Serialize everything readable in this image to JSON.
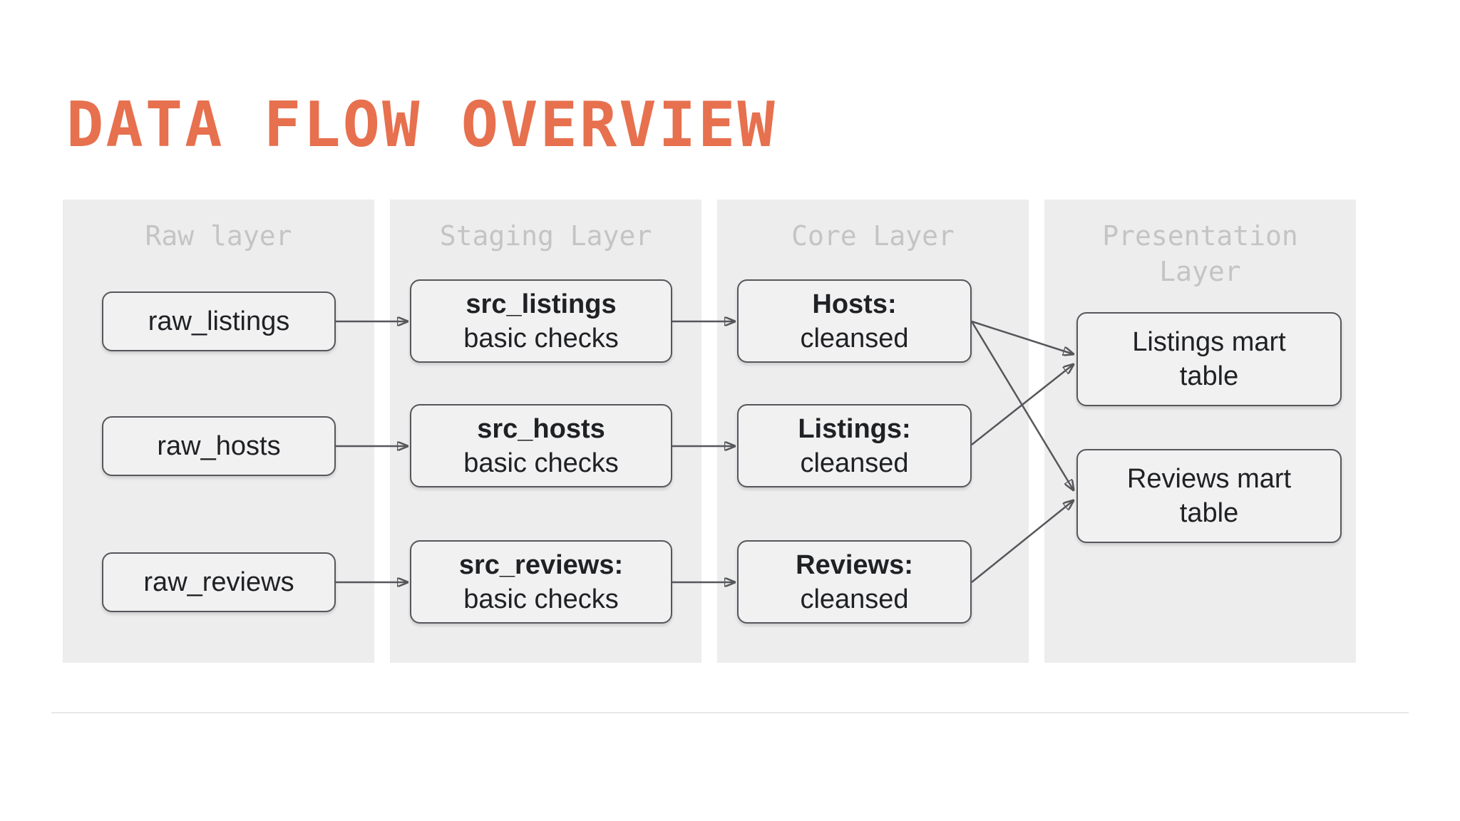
{
  "title": {
    "text": "DATA FLOW OVERVIEW"
  },
  "layers": [
    {
      "header": "Raw layer",
      "nodes": [
        {
          "label": "raw_listings"
        },
        {
          "label": "raw_hosts"
        },
        {
          "label": "raw_reviews"
        }
      ]
    },
    {
      "header": "Staging Layer",
      "nodes": [
        {
          "title": "src_listings",
          "subtitle": "basic checks"
        },
        {
          "title": "src_hosts",
          "subtitle": "basic checks"
        },
        {
          "title": "src_reviews:",
          "subtitle": "basic checks"
        }
      ]
    },
    {
      "header": "Core Layer",
      "nodes": [
        {
          "title": "Hosts:",
          "subtitle": "cleansed"
        },
        {
          "title": "Listings:",
          "subtitle": "cleansed"
        },
        {
          "title": "Reviews:",
          "subtitle": "cleansed"
        }
      ]
    },
    {
      "header": "Presentation Layer",
      "nodes": [
        {
          "label": "Listings mart table"
        },
        {
          "label": "Reviews mart table"
        }
      ]
    }
  ],
  "connections": [
    {
      "from": "raw_listings",
      "to": "src_listings"
    },
    {
      "from": "raw_hosts",
      "to": "src_hosts"
    },
    {
      "from": "raw_reviews",
      "to": "src_reviews"
    },
    {
      "from": "src_listings",
      "to": "Hosts: cleansed"
    },
    {
      "from": "src_hosts",
      "to": "Listings: cleansed"
    },
    {
      "from": "src_reviews",
      "to": "Reviews: cleansed"
    },
    {
      "from": "Hosts: cleansed",
      "to": "Listings mart table"
    },
    {
      "from": "Hosts: cleansed",
      "to": "Reviews mart table"
    },
    {
      "from": "Listings: cleansed",
      "to": "Listings mart table"
    },
    {
      "from": "Reviews: cleansed",
      "to": "Reviews mart table"
    }
  ],
  "colors": {
    "page_background": "#ffffff",
    "title_text": "#e7704e",
    "column_background": "#ededee",
    "node_background": "#f1f1f2",
    "node_border": "#56575b",
    "node_text": "#202124",
    "header_text": "#c4c4c5",
    "arrow": "#56575b",
    "divider": "#e9e9ea"
  }
}
